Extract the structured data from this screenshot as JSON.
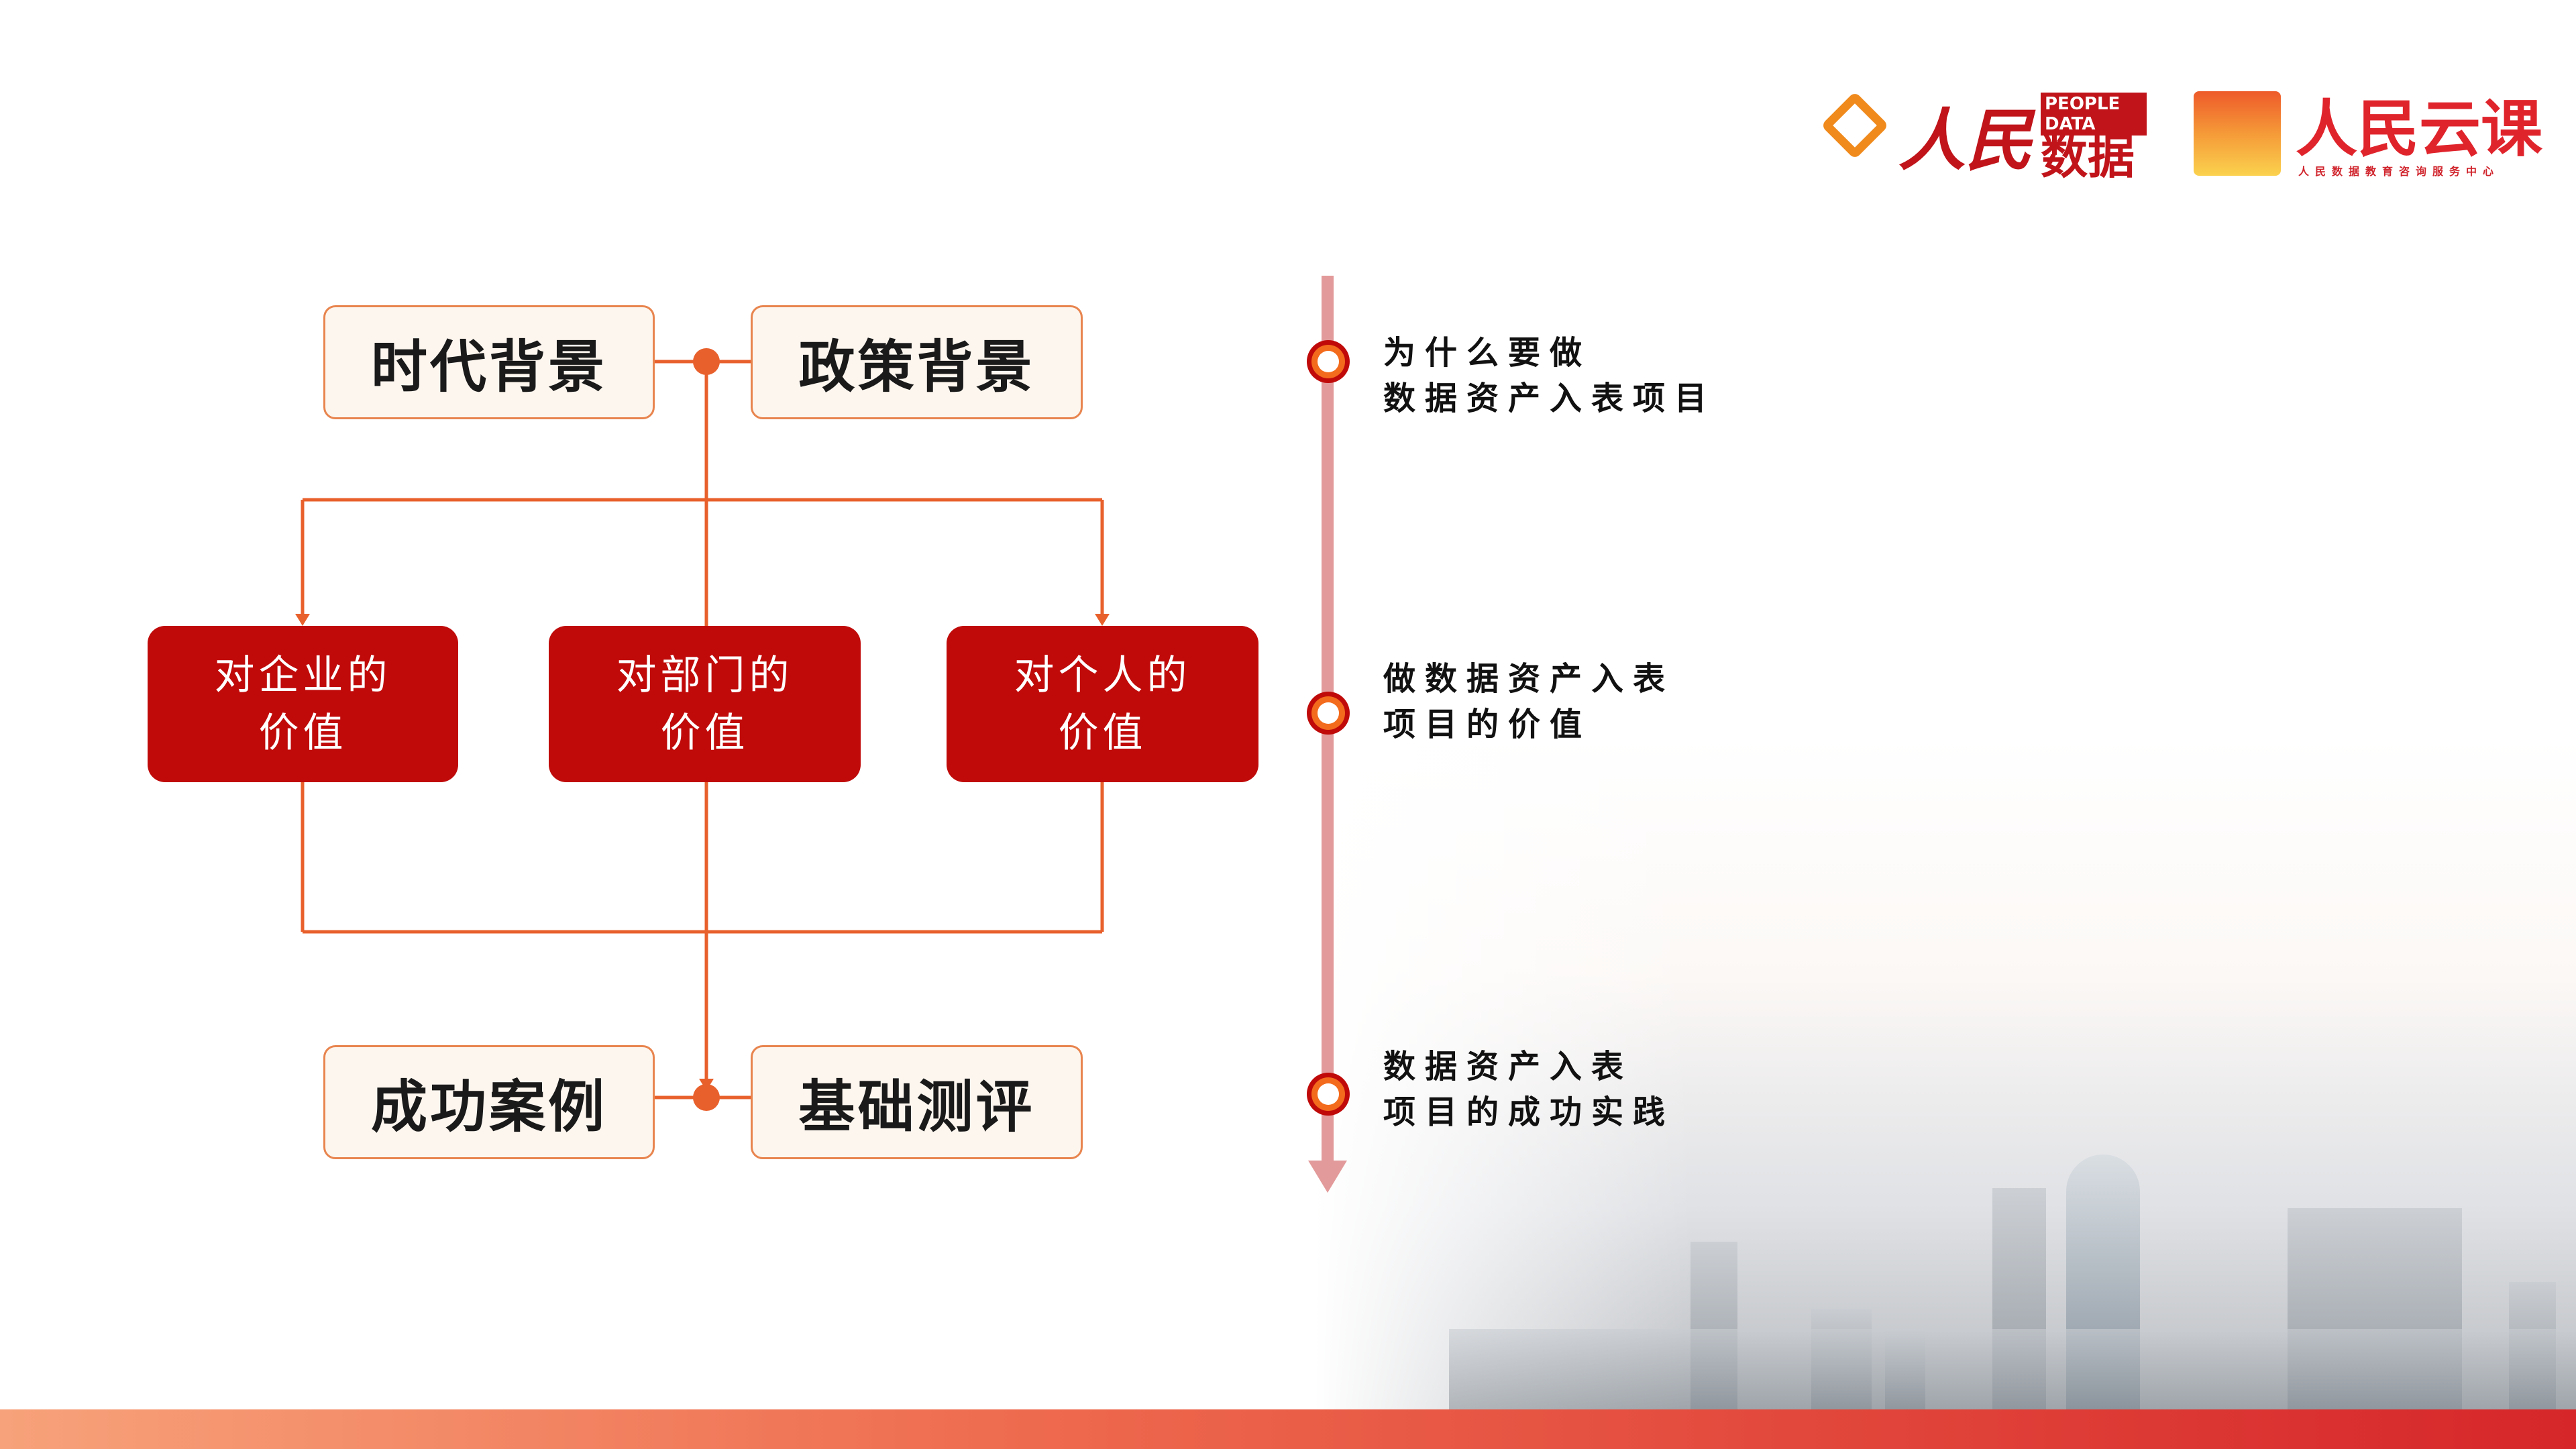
{
  "logos": {
    "people_data": {
      "tag": "PEOPLE DATA",
      "name_a": "人民",
      "name_b": "数据"
    },
    "people_cloud": {
      "name": "人民云课",
      "subtitle": "人民数据教育咨询服务中心"
    }
  },
  "diagram": {
    "top": [
      "时代背景",
      "政策背景"
    ],
    "values": [
      {
        "line1": "对企业的",
        "line2": "价值"
      },
      {
        "line1": "对部门的",
        "line2": "价值"
      },
      {
        "line1": "对个人的",
        "line2": "价值"
      }
    ],
    "bottom": [
      "成功案例",
      "基础测评"
    ]
  },
  "timeline": [
    {
      "line1": "为什么要做",
      "line2": "数据资产入表项目"
    },
    {
      "line1": "做数据资产入表",
      "line2": "项目的价值"
    },
    {
      "line1": "数据资产入表",
      "line2": "项目的成功实践"
    }
  ],
  "colors": {
    "accent": "#c00a0a",
    "line": "#e8602c",
    "timeline": "#e39a9a"
  }
}
